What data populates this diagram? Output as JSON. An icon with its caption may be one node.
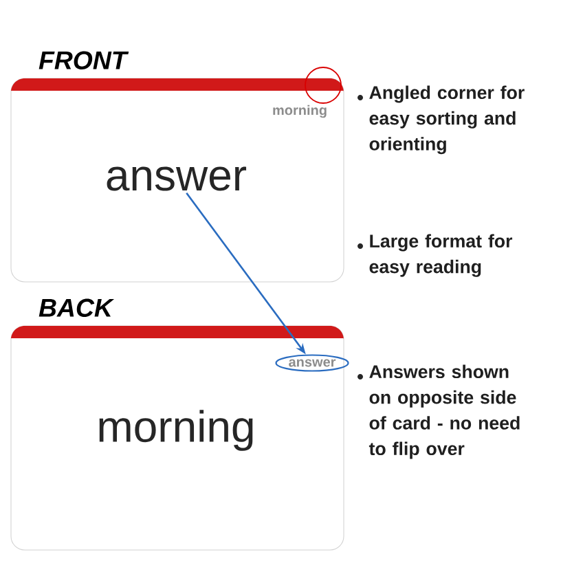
{
  "diagram": {
    "nodes": [
      {
        "text": [
          "FRONT"
        ]
      },
      {
        "text": [
          "morning"
        ],
        "in": 0
      },
      {
        "text": [
          "answer"
        ],
        "in": 0
      },
      {
        "text": [
          "BACK"
        ]
      },
      {
        "text": [
          "answer"
        ],
        "in": 3
      },
      {
        "text": [
          "morning"
        ],
        "in": 3
      },
      {
        "text": [],
        "shape": "circle"
      }
    ],
    "edges": [
      {
        "from": 2,
        "to": 4,
        "arrow": "to",
        "color": "#2a6cc0"
      }
    ],
    "labels": [
      "Angled corner for easy sorting and orienting",
      "Large format for easy reading",
      "Answers shown on opposite side of card - no need to flip over"
    ]
  }
}
